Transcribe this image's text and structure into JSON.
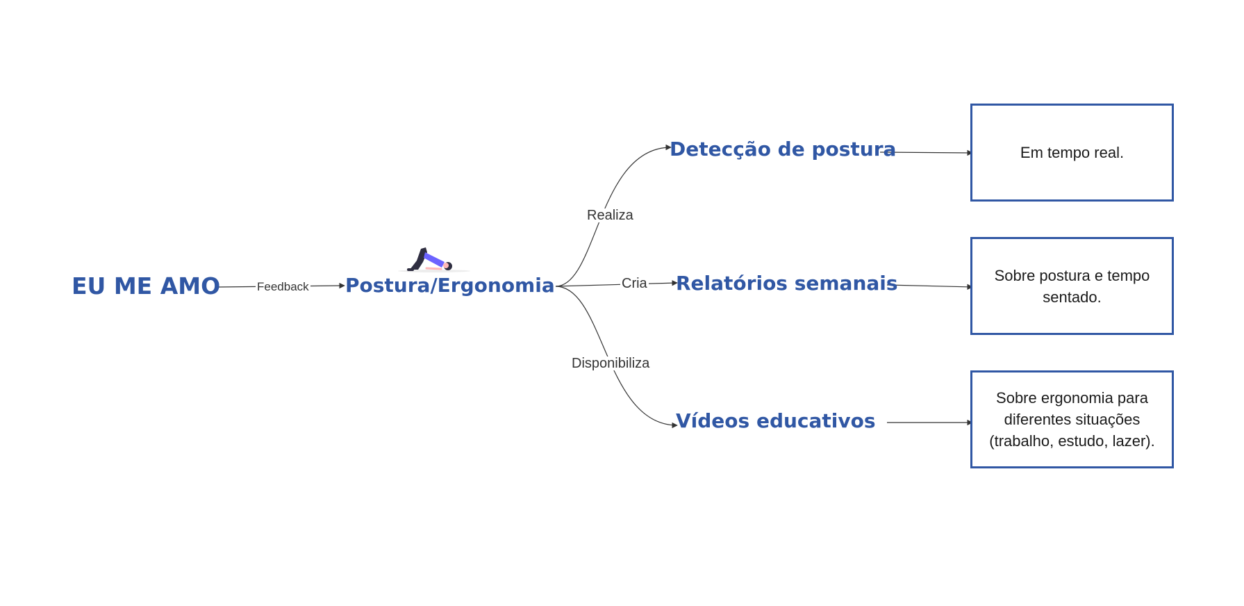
{
  "diagram": {
    "root": {
      "label": "EU ME AMO"
    },
    "topic": {
      "label": "Postura/Ergonomia"
    },
    "root_edge_label": "Feedback",
    "branches": [
      {
        "edge_label": "Realiza",
        "label": "Detecção de postura",
        "note": "Em tempo real."
      },
      {
        "edge_label": "Cria",
        "label": "Relatórios semanais",
        "note": "Sobre postura e tempo sentado."
      },
      {
        "edge_label": "Disponibiliza",
        "label": "Vídeos educativos",
        "note": "Sobre ergonomia para diferentes situações (trabalho, estudo, lazer)."
      }
    ],
    "colors": {
      "accent": "#3057a4",
      "connector": "#333333",
      "figure_shirt": "#6c63ff",
      "figure_pants": "#2f2e41",
      "figure_skin": "#ffb8b8"
    },
    "icons": {
      "topic_illustration": "person-yoga-bridge-icon"
    }
  }
}
